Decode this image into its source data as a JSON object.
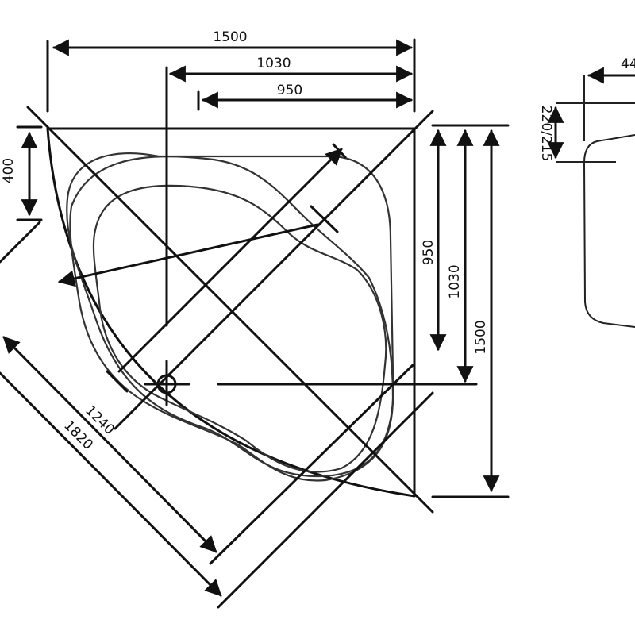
{
  "diagram": {
    "title": "Corner bathtub technical drawing",
    "colors": {
      "line": "#111111",
      "background": "#ffffff"
    },
    "dimensions": {
      "top_width_outer": "1500",
      "top_width_mid": "1030",
      "top_width_inner": "950",
      "left_height": "400",
      "right_height_inner": "950",
      "right_height_mid": "1030",
      "right_height_outer": "1500",
      "diagonal_inner": "1240",
      "diagonal_outer": "1820",
      "side_view_height": "220/215",
      "side_view_width_partial": "44"
    }
  }
}
